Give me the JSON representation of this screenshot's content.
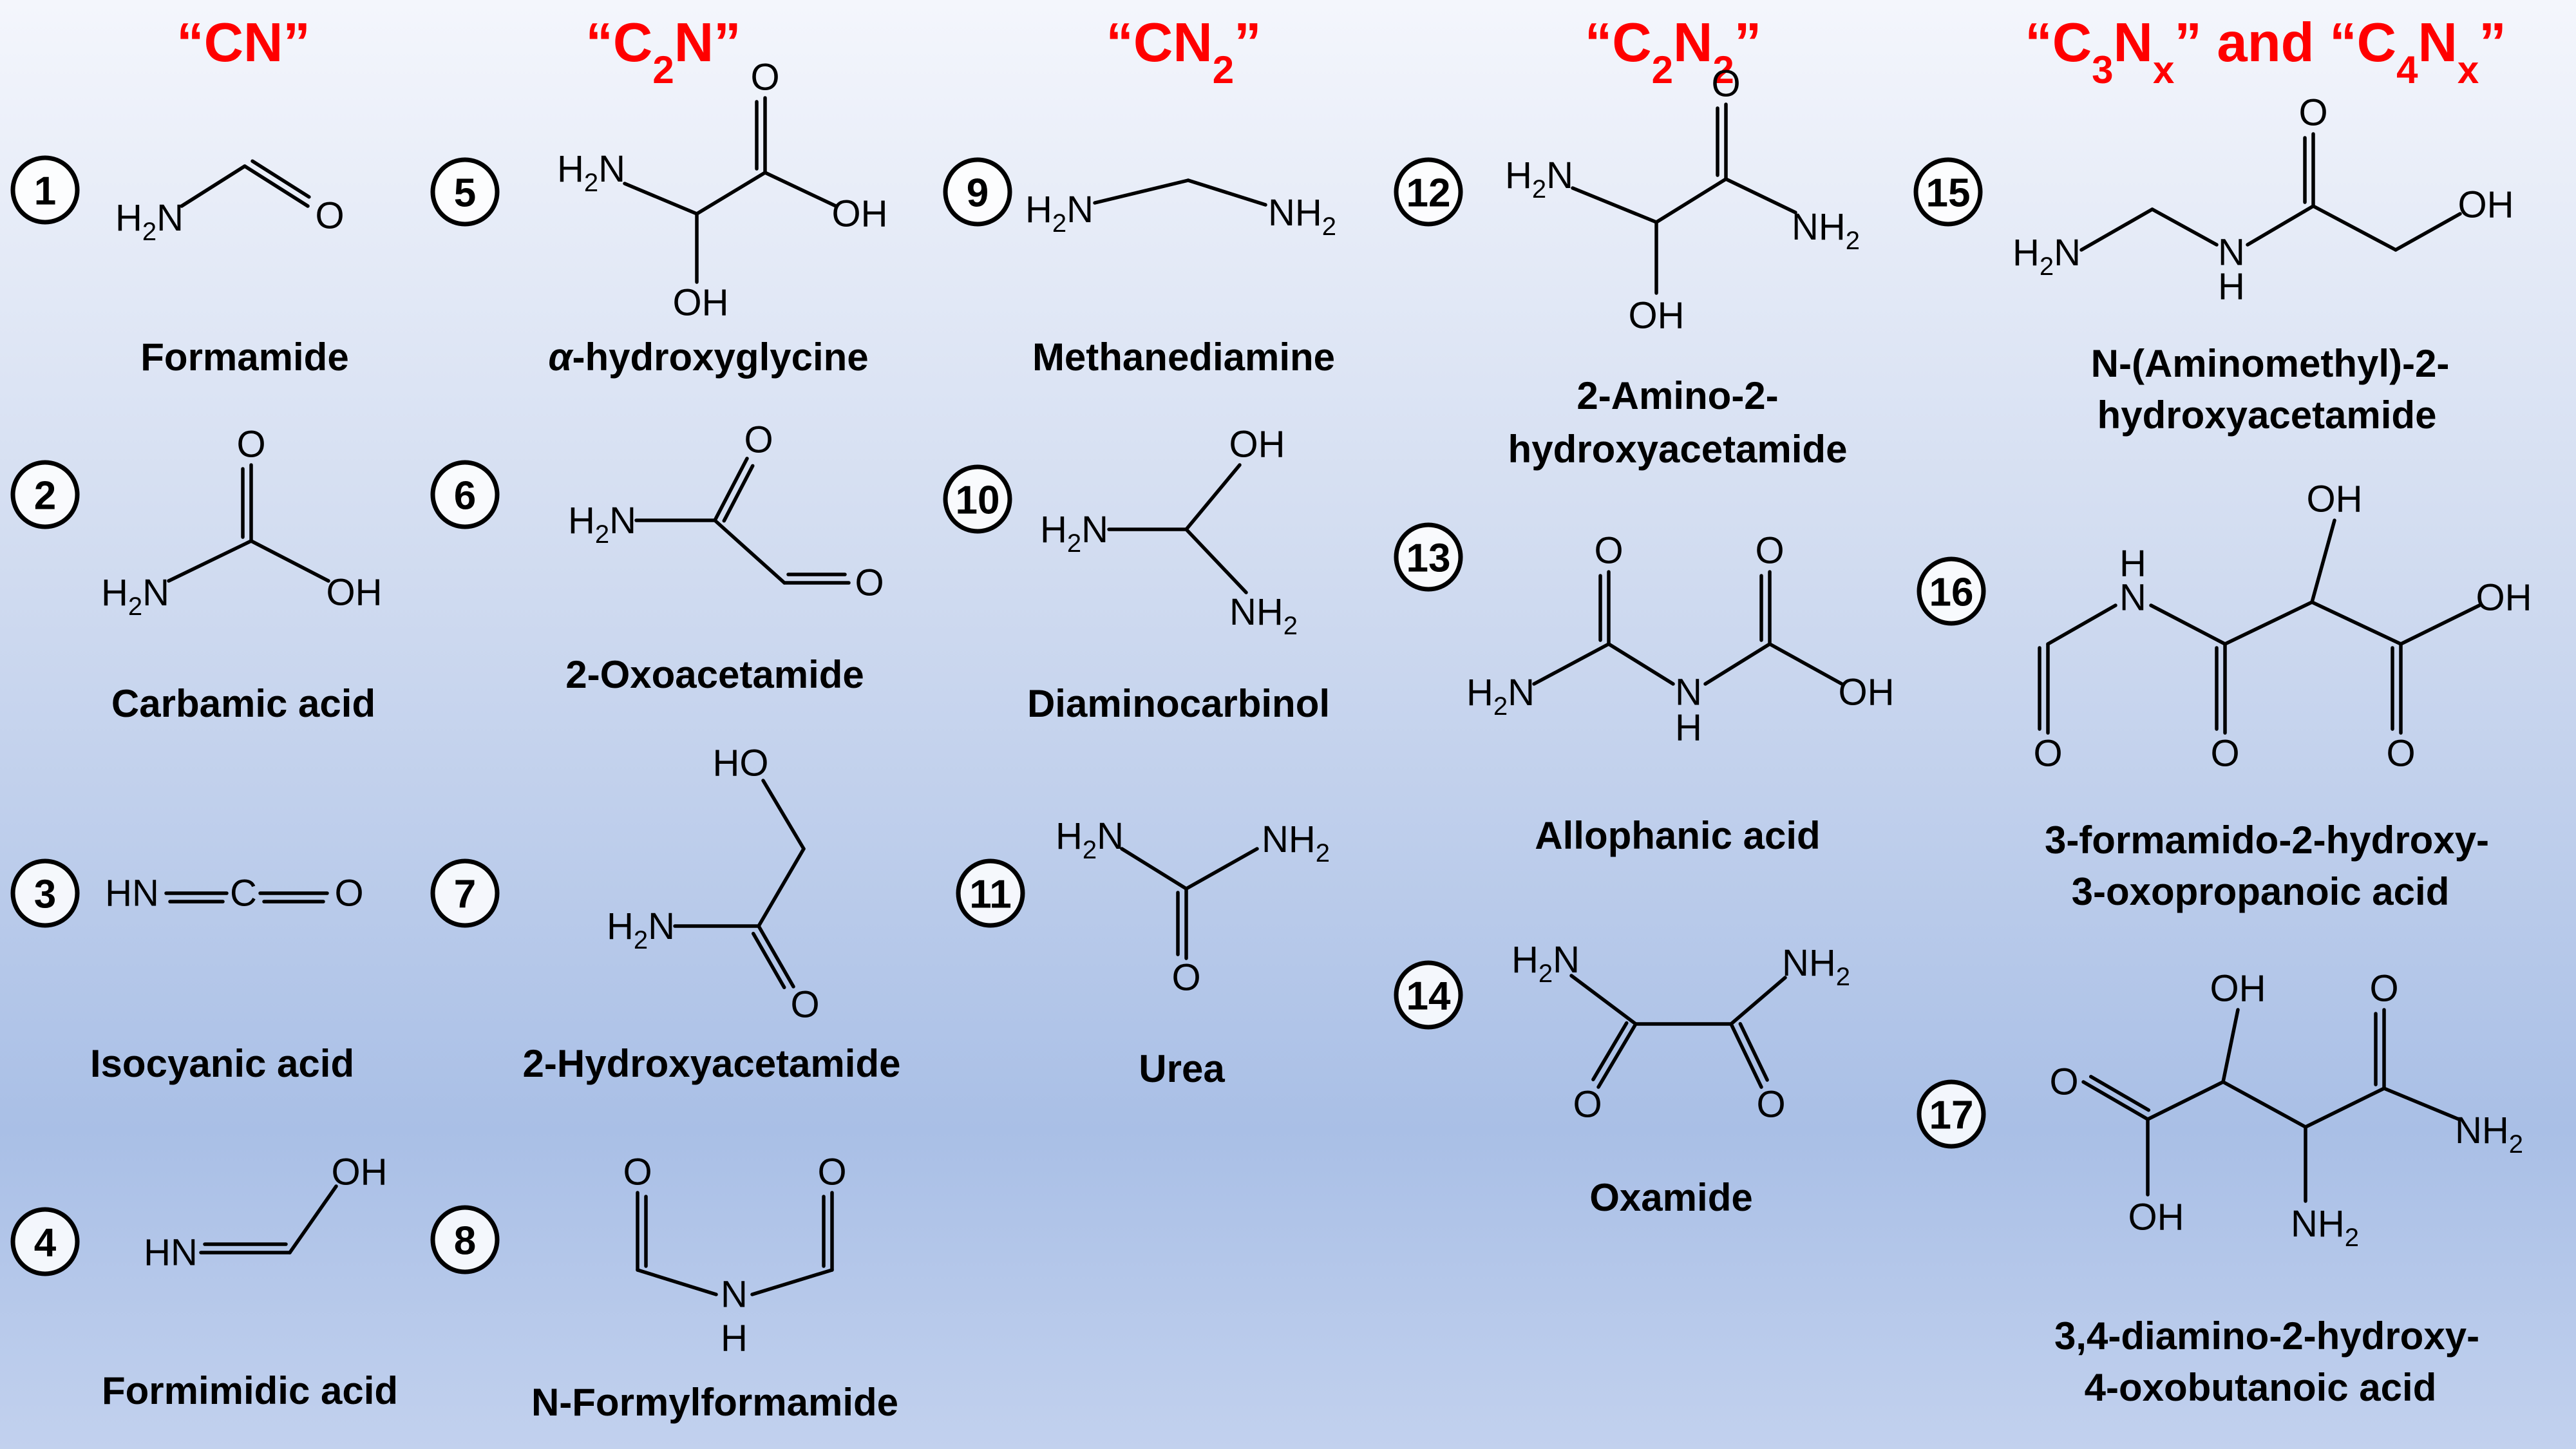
{
  "headers": {
    "cn": "“CN”",
    "c2n": "“C2N”",
    "cn2": "“CN2”",
    "c2n2": "“C2N2”",
    "c3nx_c4nx": "“C3Nx” and “C4Nx”"
  },
  "header_parts": {
    "open": "“",
    "close": "”",
    "and": " and ",
    "C": "C",
    "N": "N",
    "two": "2",
    "three": "3",
    "four": "4",
    "x": "x"
  },
  "compounds": [
    {
      "number": "1",
      "name": "Formamide"
    },
    {
      "number": "2",
      "name": "Carbamic acid"
    },
    {
      "number": "3",
      "name": "Isocyanic acid"
    },
    {
      "number": "4",
      "name": "Formimidic acid"
    },
    {
      "number": "5",
      "name_prefix": "α",
      "name": "-hydroxyglycine"
    },
    {
      "number": "6",
      "name": "2-Oxoacetamide"
    },
    {
      "number": "7",
      "name": "2-Hydroxyacetamide"
    },
    {
      "number": "8",
      "name": "N-Formylformamide"
    },
    {
      "number": "9",
      "name": "Methanediamine"
    },
    {
      "number": "10",
      "name": "Diaminocarbinol"
    },
    {
      "number": "11",
      "name": "Urea"
    },
    {
      "number": "12",
      "name_lines": [
        "2-Amino-2-",
        "hydroxyacetamide"
      ]
    },
    {
      "number": "13",
      "name": "Allophanic acid"
    },
    {
      "number": "14",
      "name": "Oxamide"
    },
    {
      "number": "15",
      "name_lines": [
        "N-(Aminomethyl)-2-",
        "hydroxyacetamide"
      ]
    },
    {
      "number": "16",
      "name_lines": [
        "3-formamido-2-hydroxy-",
        "3-oxopropanoic acid"
      ]
    },
    {
      "number": "17",
      "name_lines": [
        "3,4-diamino-2-hydroxy-",
        "4-oxobutanoic acid"
      ]
    }
  ],
  "atoms": {
    "O": "O",
    "OH": "OH",
    "HO": "HO",
    "H": "H",
    "N": "N",
    "C": "C",
    "HN": "HN",
    "H2N_a": "H",
    "H2N_b": "2",
    "H2N_c": "N",
    "NH2_a": "NH",
    "NH2_b": "2"
  },
  "colors": {
    "header": "#ff0000",
    "text": "#000000",
    "background_top": "#f4f6fc",
    "background_mid": "#a9bfe6"
  }
}
